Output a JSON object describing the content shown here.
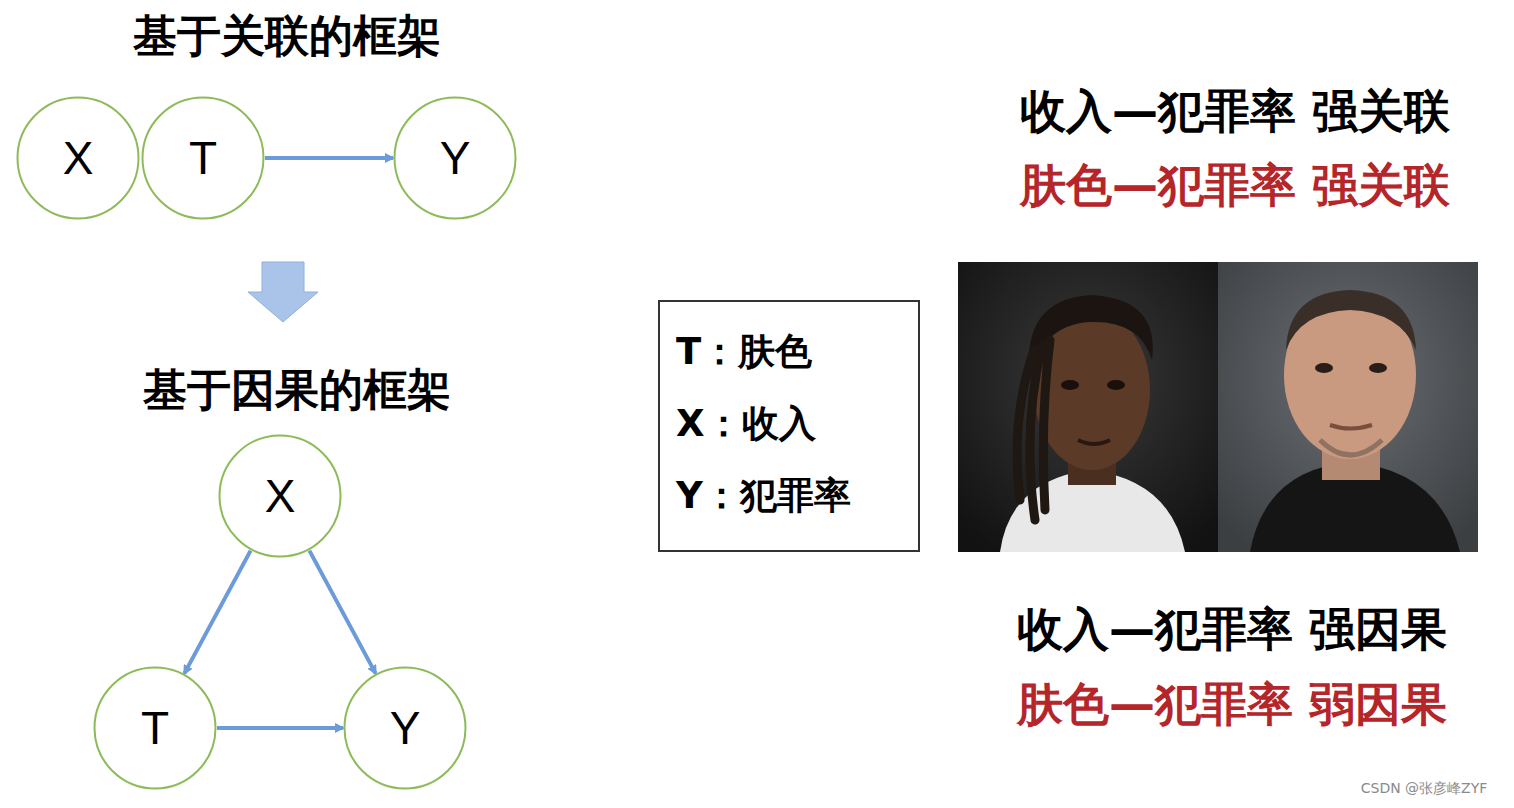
{
  "diagram": {
    "nodes": [
      {
        "text": [
          "X"
        ]
      },
      {
        "text": [
          "T"
        ]
      },
      {
        "text": [
          "Y"
        ]
      },
      {
        "text": [
          "X"
        ]
      },
      {
        "text": [
          "T"
        ]
      },
      {
        "text": [
          "Y"
        ]
      },
      {
        "text": [
          "T：肤色",
          "X：收入",
          "Y：犯罪率"
        ]
      }
    ],
    "edges": [
      {
        "from": 1,
        "to": 2,
        "arrow": "to"
      },
      {
        "from": 3,
        "to": 4,
        "arrow": "to"
      },
      {
        "from": 3,
        "to": 5,
        "arrow": "to"
      },
      {
        "from": 4,
        "to": 5,
        "arrow": "to"
      }
    ],
    "labels": [
      "基于关联的框架",
      "基于因果的框架",
      "收入—犯罪率 强关联",
      "肤色—犯罪率 强关联",
      "收入—犯罪率 强因果",
      "肤色—犯罪率 弱因果",
      "CSDN @张彦峰ZYF"
    ]
  }
}
